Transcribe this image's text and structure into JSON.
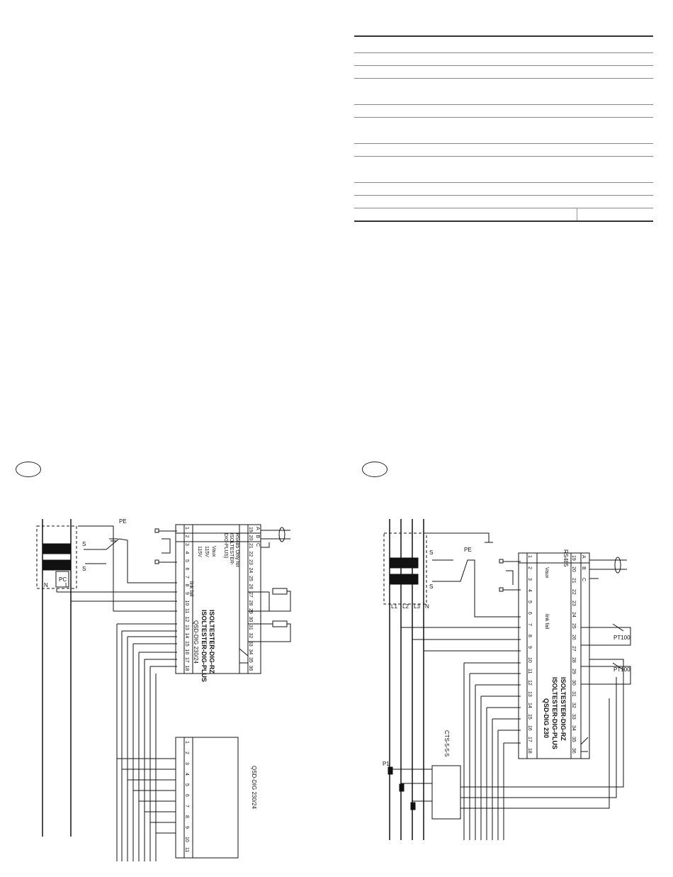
{
  "left_diagram": {
    "title_line1": "ISOLTESTER-DIG-RZ",
    "title_line2": "ISOLTESTER-DIG-PLUS",
    "model": "QSD-DIG 230/24",
    "rs485_line1": "RS485 Only for",
    "rs485_line2": "ISOLTESTER-",
    "rs485_line3": "DIG-PLUS)",
    "vaux": "Vaux",
    "v115a": "115V",
    "v115b": "115V",
    "link_fail": "link fail",
    "pe": "PE",
    "pc": "PC",
    "n": "N",
    "l": "L",
    "s1": "S",
    "s2": "S",
    "top_terminals": [
      "A",
      "B",
      "C",
      "",
      "",
      "",
      "",
      "",
      "",
      "",
      "",
      "",
      "",
      "",
      "",
      "",
      "",
      ""
    ],
    "top_numbers": [
      "19",
      "20",
      "21",
      "22",
      "23",
      "24",
      "25",
      "26",
      "27",
      "28",
      "29",
      "30",
      "31",
      "32",
      "33",
      "34",
      "35",
      "36"
    ],
    "bottom_numbers": [
      "1",
      "2",
      "3",
      "4",
      "5",
      "6",
      "7",
      "8",
      "9",
      "10",
      "11",
      "12",
      "13",
      "14",
      "15",
      "16",
      "17",
      "18"
    ],
    "secondary_model": "QSD-DIG 230/24",
    "secondary_numbers": [
      "1",
      "2",
      "3",
      "4",
      "5",
      "6",
      "7",
      "8",
      "9",
      "10",
      "11"
    ]
  },
  "right_diagram": {
    "title_line1": "ISOLTESTER-DIG-RZ",
    "title_line2": "ISOLTESTER-DIG-PLUS",
    "model": "QSD-DIG 230",
    "rs485": "RS485",
    "vaux": "Vaux",
    "link_fail": "link fail",
    "pe": "PE",
    "pt100a": "PT100",
    "pt100b": "PT100",
    "cts": "CTS-5-5-5",
    "l1": "L1",
    "l2": "L2",
    "l3": "L3",
    "n": "N",
    "s1": "S",
    "s2": "S",
    "p1": "P1",
    "top_terminals": [
      "A",
      "B",
      "C"
    ],
    "top_numbers": [
      "19",
      "20",
      "21",
      "22",
      "23",
      "24",
      "25",
      "26",
      "27",
      "28",
      "29",
      "30",
      "31",
      "32",
      "33",
      "34",
      "35",
      "36"
    ],
    "bottom_numbers": [
      "1",
      "2",
      "3",
      "4",
      "5",
      "6",
      "7",
      "8",
      "9",
      "10",
      "11",
      "12",
      "13",
      "14",
      "15",
      "16",
      "17",
      "18"
    ]
  }
}
